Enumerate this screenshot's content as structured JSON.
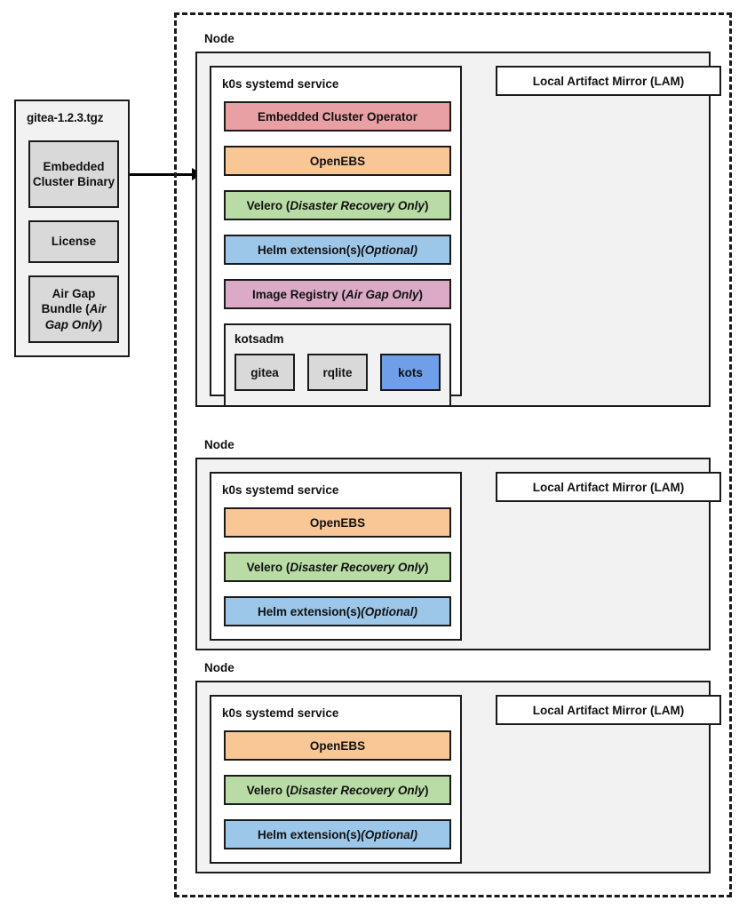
{
  "bundle": {
    "title": "gitea-1.2.3.tgz",
    "items": [
      {
        "label": "Embedded Cluster Binary",
        "color": "#d9d9d9"
      },
      {
        "label": "License",
        "color": "#d9d9d9"
      },
      {
        "label_pre": "Air Gap Bundle (",
        "label_em": "Air Gap Only",
        "label_post": ")",
        "color": "#d9d9d9"
      }
    ]
  },
  "connector": {
    "name": "bundle-to-node-arrow"
  },
  "cluster": {
    "border_style": "dashed",
    "nodes": [
      {
        "label": "Node",
        "k0s_title": "k0s systemd service",
        "lam_label": "Local Artifact Mirror (LAM)",
        "services": [
          {
            "pre": "Embedded Cluster Operator",
            "em": "",
            "post": "",
            "color": "#e9a0a4"
          },
          {
            "pre": "OpenEBS",
            "em": "",
            "post": "",
            "color": "#f8c795"
          },
          {
            "pre": "Velero (",
            "em": "Disaster Recovery Only",
            "post": ")",
            "color": "#b9dba6"
          },
          {
            "pre": "Helm extension(s) ",
            "em": "(Optional)",
            "post": "",
            "color": "#9cc7e8"
          },
          {
            "pre": "Image Registry (",
            "em": "Air Gap Only",
            "post": ")",
            "color": "#dbaac6"
          }
        ],
        "kotsadm": {
          "title": "kotsadm",
          "pods": [
            {
              "label": "gitea",
              "color": "#d9d9d9"
            },
            {
              "label": "rqlite",
              "color": "#d9d9d9"
            },
            {
              "label": "kots",
              "color": "#6f9fe8"
            }
          ]
        }
      },
      {
        "label": "Node",
        "k0s_title": "k0s systemd service",
        "lam_label": "Local Artifact Mirror (LAM)",
        "services": [
          {
            "pre": "OpenEBS",
            "em": "",
            "post": "",
            "color": "#f8c795"
          },
          {
            "pre": "Velero (",
            "em": "Disaster Recovery Only",
            "post": ")",
            "color": "#b9dba6"
          },
          {
            "pre": "Helm extension(s) ",
            "em": "(Optional)",
            "post": "",
            "color": "#9cc7e8"
          }
        ],
        "kotsadm": null
      },
      {
        "label": "Node",
        "k0s_title": "k0s systemd service",
        "lam_label": "Local Artifact Mirror (LAM)",
        "services": [
          {
            "pre": "OpenEBS",
            "em": "",
            "post": "",
            "color": "#f8c795"
          },
          {
            "pre": "Velero (",
            "em": "Disaster Recovery Only",
            "post": ")",
            "color": "#b9dba6"
          },
          {
            "pre": "Helm extension(s) ",
            "em": "(Optional)",
            "post": "",
            "color": "#9cc7e8"
          }
        ],
        "kotsadm": null
      }
    ]
  },
  "colors": {
    "stroke": "#1a1a1a",
    "node_fill": "#f2f2f2",
    "k0s_fill": "#ffffff",
    "gray_box": "#d9d9d9"
  }
}
